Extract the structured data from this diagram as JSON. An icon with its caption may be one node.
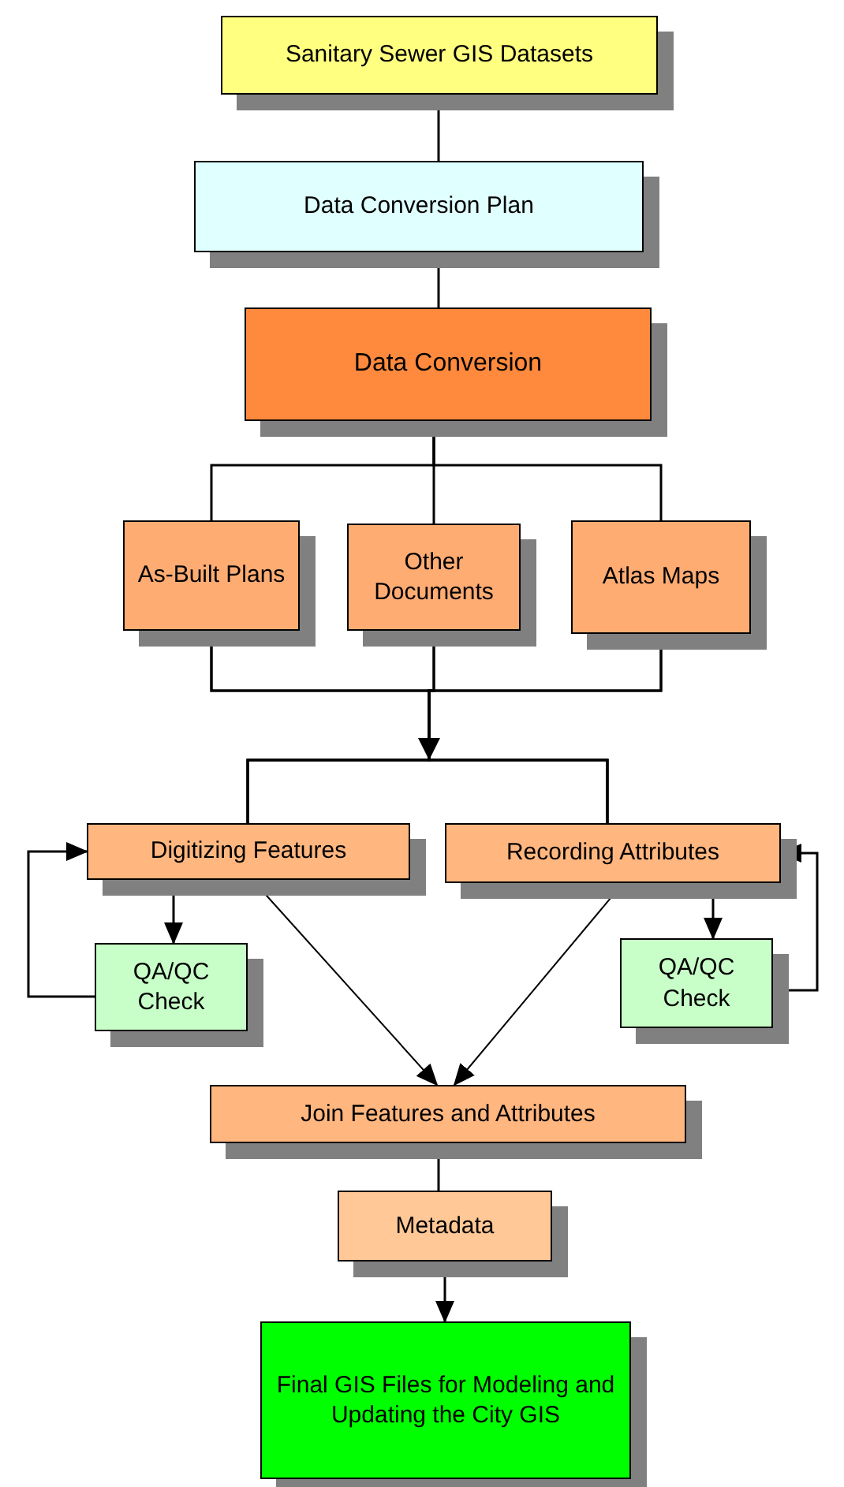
{
  "diagram": {
    "nodes": [
      {
        "text": [
          "Sanitary Sewer GIS Datasets"
        ]
      },
      {
        "text": [
          "Data Conversion Plan"
        ]
      },
      {
        "text": [
          "Data Conversion"
        ]
      },
      {
        "text": [
          "As-Built Plans"
        ]
      },
      {
        "text": [
          "Other Documents"
        ]
      },
      {
        "text": [
          "Atlas Maps"
        ]
      },
      {
        "text": [
          "Digitizing Features"
        ]
      },
      {
        "text": [
          "Recording Attributes"
        ]
      },
      {
        "text": [
          "QA/QC Check"
        ]
      },
      {
        "text": [
          "QA/QC Check"
        ]
      },
      {
        "text": [
          "Join Features and Attributes"
        ]
      },
      {
        "text": [
          "Metadata"
        ]
      },
      {
        "text": [
          "Final GIS Files for Modeling and Updating the City GIS"
        ]
      }
    ],
    "edges": [
      {
        "from": 0,
        "to": 1,
        "arrow": "none"
      },
      {
        "from": 1,
        "to": 2,
        "arrow": "none"
      },
      {
        "from": 2,
        "to": 3,
        "arrow": "none"
      },
      {
        "from": 2,
        "to": 4,
        "arrow": "none"
      },
      {
        "from": 2,
        "to": 5,
        "arrow": "none"
      },
      {
        "from": 3,
        "to": 6,
        "arrow": "to"
      },
      {
        "from": 3,
        "to": 7,
        "arrow": "to"
      },
      {
        "from": 4,
        "to": 6,
        "arrow": "to"
      },
      {
        "from": 4,
        "to": 7,
        "arrow": "to"
      },
      {
        "from": 5,
        "to": 6,
        "arrow": "to"
      },
      {
        "from": 5,
        "to": 7,
        "arrow": "to"
      },
      {
        "from": 6,
        "to": 8,
        "arrow": "to"
      },
      {
        "from": 8,
        "to": 6,
        "arrow": "to"
      },
      {
        "from": 7,
        "to": 9,
        "arrow": "to"
      },
      {
        "from": 9,
        "to": 7,
        "arrow": "to"
      },
      {
        "from": 6,
        "to": 10,
        "arrow": "to"
      },
      {
        "from": 7,
        "to": 10,
        "arrow": "to"
      },
      {
        "from": 10,
        "to": 11,
        "arrow": "none"
      },
      {
        "from": 11,
        "to": 12,
        "arrow": "to"
      }
    ]
  }
}
